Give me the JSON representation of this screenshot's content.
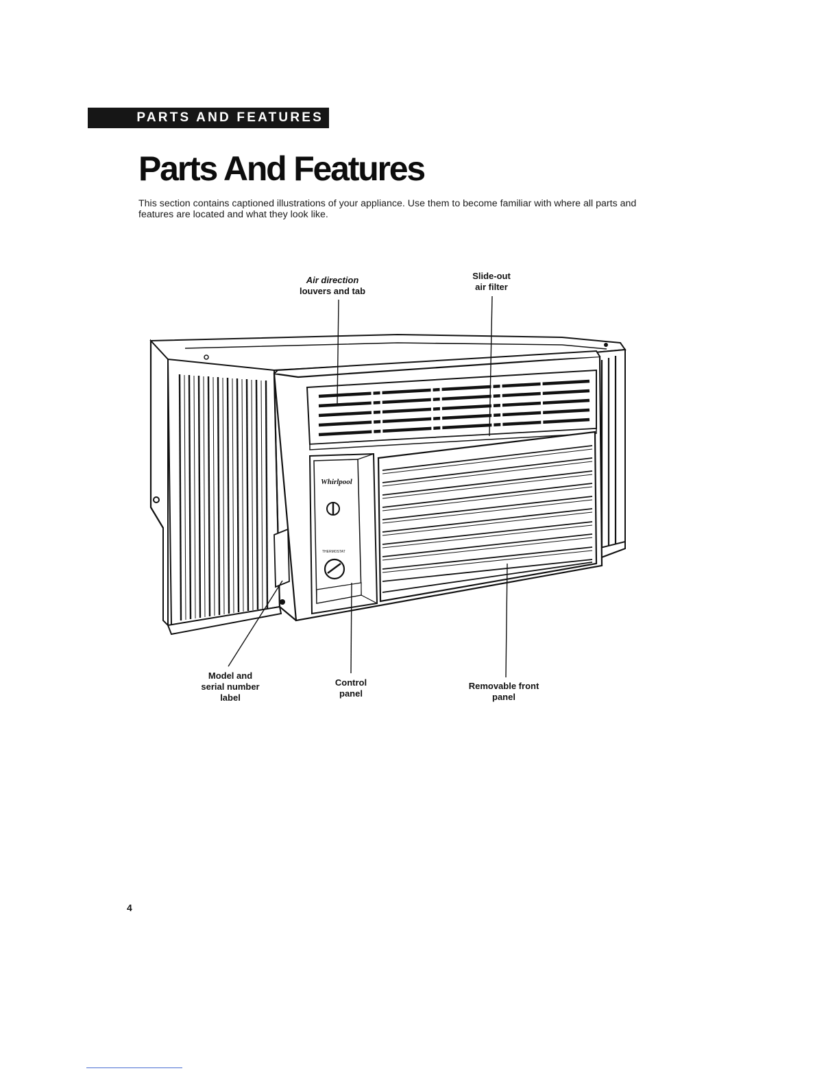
{
  "header": {
    "section_label": "PARTS AND FEATURES"
  },
  "page": {
    "title": "Parts And Features",
    "intro": "This section contains captioned illustrations of your appliance. Use them to become familiar with where all parts and features are located and what they look like.",
    "page_number": "4"
  },
  "diagram": {
    "brand_mark": "Whirlpool",
    "thermostat_label": "THERMOSTAT",
    "callouts": {
      "air_direction": [
        "Air direction",
        "louvers and tab"
      ],
      "air_filter": [
        "Slide-out",
        "air filter"
      ],
      "model_label": [
        "Model and",
        "serial number",
        "label"
      ],
      "control_panel": [
        "Control",
        "panel"
      ],
      "front_panel": [
        "Removable front",
        "panel"
      ]
    }
  }
}
